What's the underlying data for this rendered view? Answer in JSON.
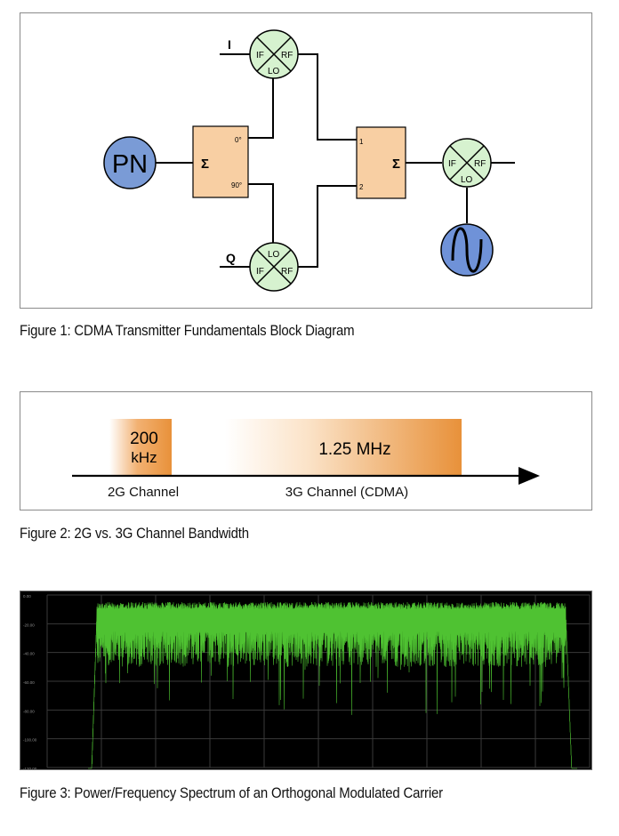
{
  "figure1": {
    "caption": "Figure 1: CDMA Transmitter Fundamentals Block Diagram",
    "pn_label": "PN",
    "sigma": "Σ",
    "port_0deg": "0°",
    "port_90deg": "90°",
    "port_1": "1",
    "port_2": "2",
    "input_i": "I",
    "input_q": "Q",
    "mixer_if": "IF",
    "mixer_rf": "RF",
    "mixer_lo": "LO",
    "colors": {
      "pn_fill": "#7a9bd6",
      "mixer_fill": "#d6f2cf",
      "box_fill": "#f8cfa3",
      "osc_fill": "#6f92d8"
    }
  },
  "figure2": {
    "caption": "Figure 2: 2G vs. 3G Channel Bandwidth",
    "bw_2g_line1": "200",
    "bw_2g_line2": "kHz",
    "bw_3g": "1.25 MHz",
    "label_2g": "2G Channel",
    "label_3g": "3G Channel (CDMA)",
    "colors": {
      "accent": "#e8913a"
    }
  },
  "figure3": {
    "caption": "Figure 3: Power/Frequency Spectrum of an Orthogonal Modulated Carrier",
    "y_ticks": [
      "0.00",
      "-20.00",
      "-40.00",
      "-60.00",
      "-80.00",
      "-100.00",
      "-120.00"
    ],
    "colors": {
      "background": "#000000",
      "trace": "#3fa62a",
      "grid": "#3a3a3a"
    }
  }
}
